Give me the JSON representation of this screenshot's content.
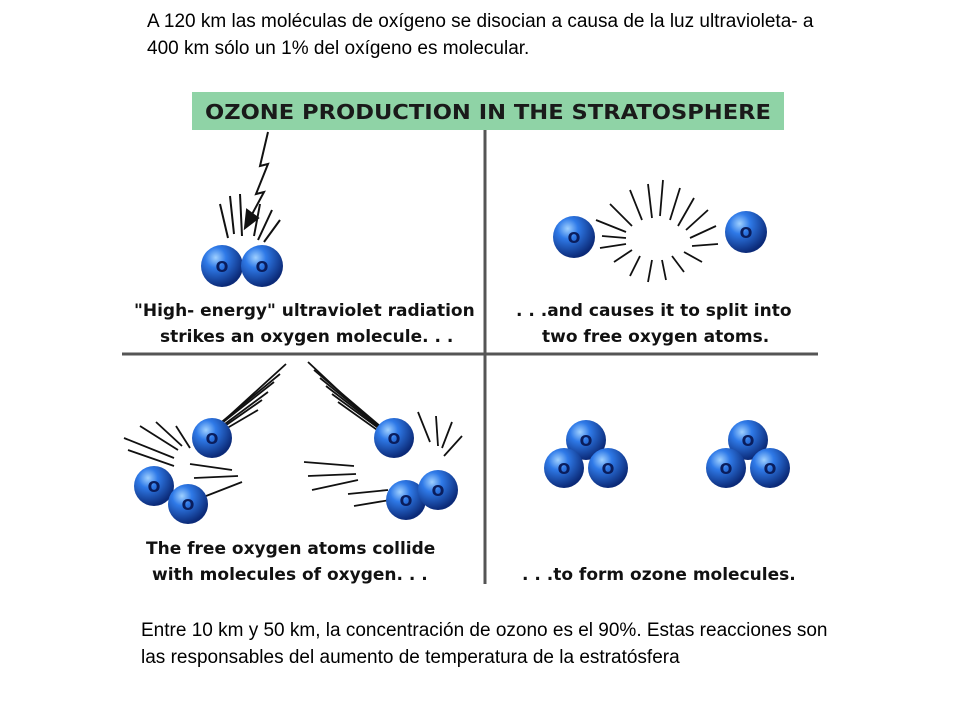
{
  "top_text": "A 120 km las moléculas de oxígeno se disocian a causa de la luz ultravioleta- a 400 km sólo un 1% del oxígeno es molecular.",
  "figure": {
    "banner": "OZONE PRODUCTION IN THE STRATOSPHERE",
    "atom_label": "O",
    "panels": [
      {
        "caption_1": "\"High- energy\" ultraviolet radiation",
        "caption_2": "strikes an oxygen molecule. . ."
      },
      {
        "caption_1": ". . .and causes it to split into",
        "caption_2": "two free oxygen atoms."
      },
      {
        "caption_1": "The free oxygen atoms collide",
        "caption_2": "with molecules of oxygen. . ."
      },
      {
        "caption_1": ". . .to form ozone molecules.",
        "caption_2": ""
      }
    ],
    "colors": {
      "banner_bg": "#8fd3a6",
      "atom": "#1f5fd0",
      "atom_dark": "#0c2f80"
    }
  },
  "bottom_text": "Entre 10 km y 50 km, la concentración de ozono es el 90%. Estas reacciones son las responsables del aumento de temperatura de la estratósfera"
}
